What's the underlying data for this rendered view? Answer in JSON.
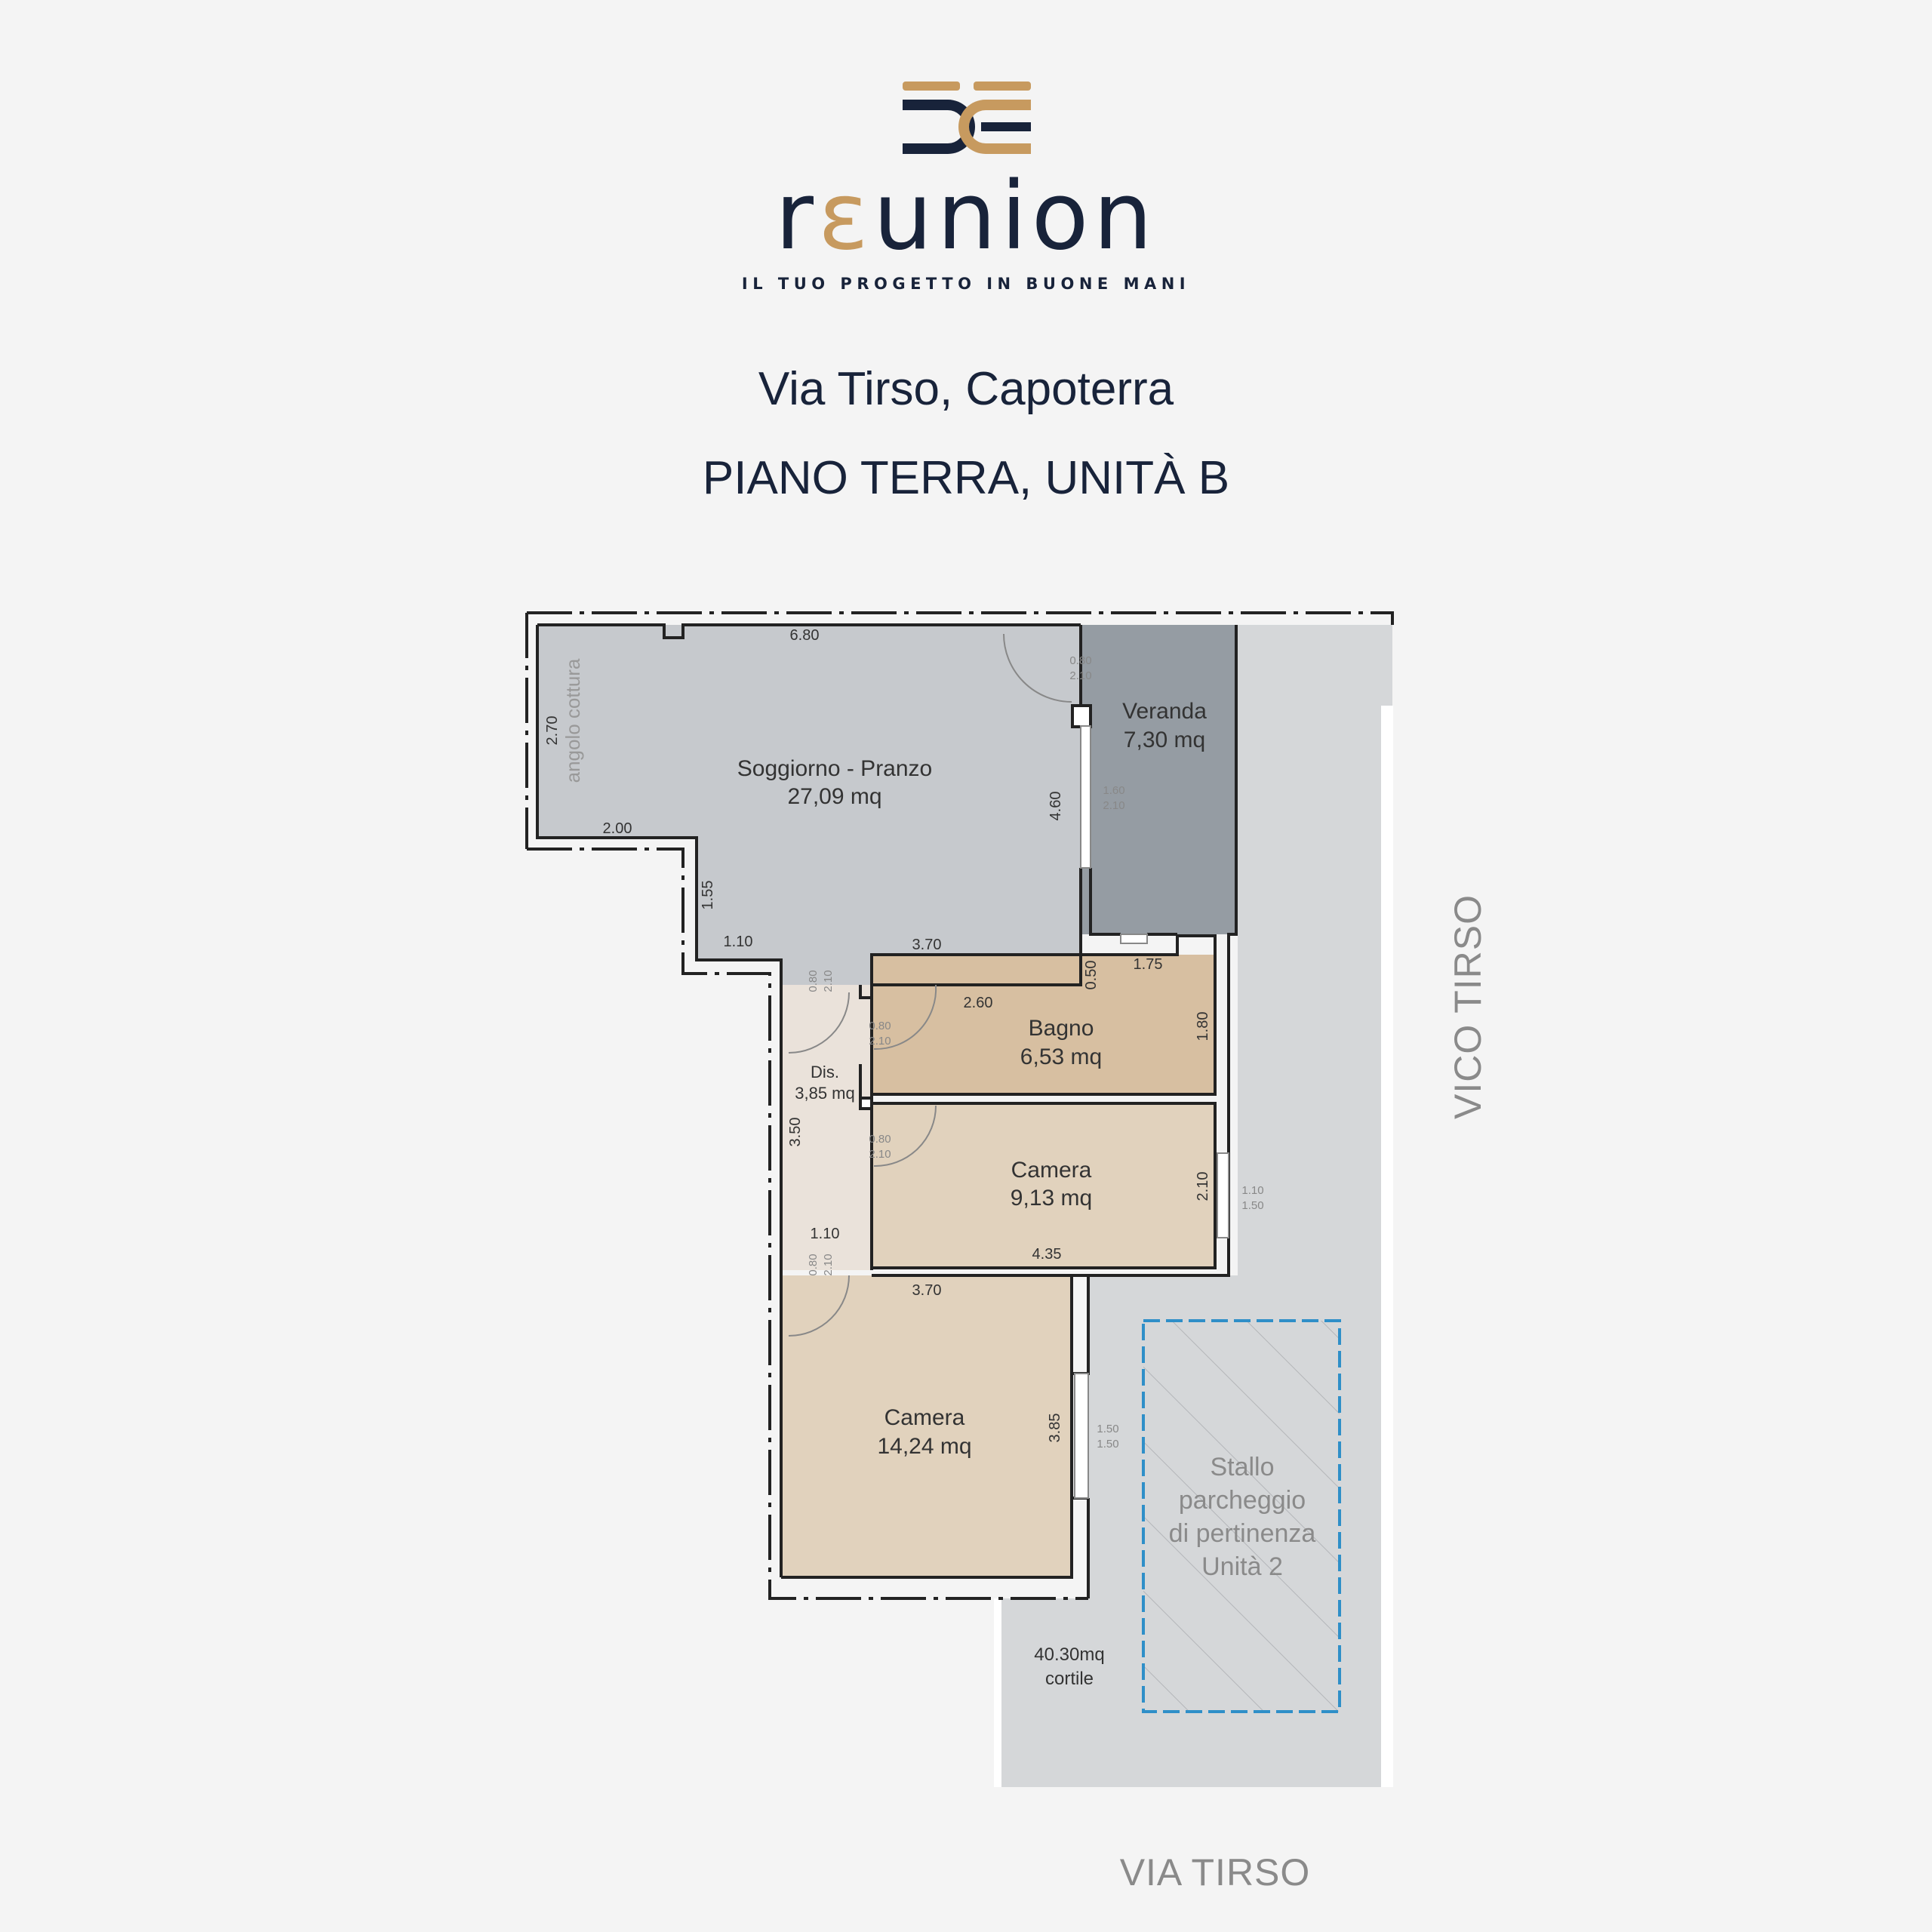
{
  "brand": {
    "wordmark_pre": "r",
    "wordmark_accent": "ε",
    "wordmark_post": "union",
    "tagline": "IL TUO PROGETTO IN BUONE MANI",
    "colors": {
      "navy": "#18233a",
      "gold": "#c79a5f"
    },
    "logo_icon": "reunion-monogram-icon"
  },
  "header": {
    "address": "Via Tirso, Capoterra",
    "unit": "PIANO TERRA, UNITÀ B"
  },
  "streets": {
    "bottom": "VIA TIRSO",
    "side": "VICO TIRSO"
  },
  "rooms": {
    "soggiorno": {
      "name": "Soggiorno - Pranzo",
      "area": "27,09 mq"
    },
    "veranda": {
      "name": "Veranda",
      "area": "7,30 mq"
    },
    "bagno": {
      "name": "Bagno",
      "area": "6,53 mq"
    },
    "dis": {
      "name": "Dis.",
      "area": "3,85 mq"
    },
    "camera1": {
      "name": "Camera",
      "area": "9,13 mq"
    },
    "camera2": {
      "name": "Camera",
      "area": "14,24 mq"
    },
    "parking": {
      "line1": "Stallo",
      "line2": "parcheggio",
      "line3": "di pertinenza",
      "line4": "Unità 2"
    },
    "cortile": {
      "area": "40.30mq",
      "name": "cortile"
    },
    "kitchen": "angolo cottura"
  },
  "room_colors": {
    "soggiorno": "#c6c9cd",
    "veranda": "#959ca3",
    "bagno": "#d7bfa1",
    "camera": "#e1d2bd",
    "dis": "#eae2da",
    "courtyard": "#d5d7d9",
    "parking_outline": "#2f8fc8"
  },
  "dimensions": {
    "d_680": "6.80",
    "d_270": "2.70",
    "d_200": "2.00",
    "d_155": "1.55",
    "d_110a": "1.10",
    "d_370a": "3.70",
    "d_460": "4.60",
    "d_175": "1.75",
    "d_050": "0.50",
    "d_260": "2.60",
    "d_180": "1.80",
    "d_350": "3.50",
    "d_110b": "1.10",
    "d_435": "4.35",
    "d_210": "2.10",
    "d_370b": "3.70",
    "d_385": "3.85",
    "door_080": "0.80",
    "door_210": "2.10",
    "win_110": "1.10",
    "win_150": "1.50",
    "win_150a": "1.50",
    "win_150b": "1.50",
    "v_top1": "0.80",
    "v_top2": "2.10",
    "v_mid1": "1.60",
    "v_mid2": "2.10"
  }
}
